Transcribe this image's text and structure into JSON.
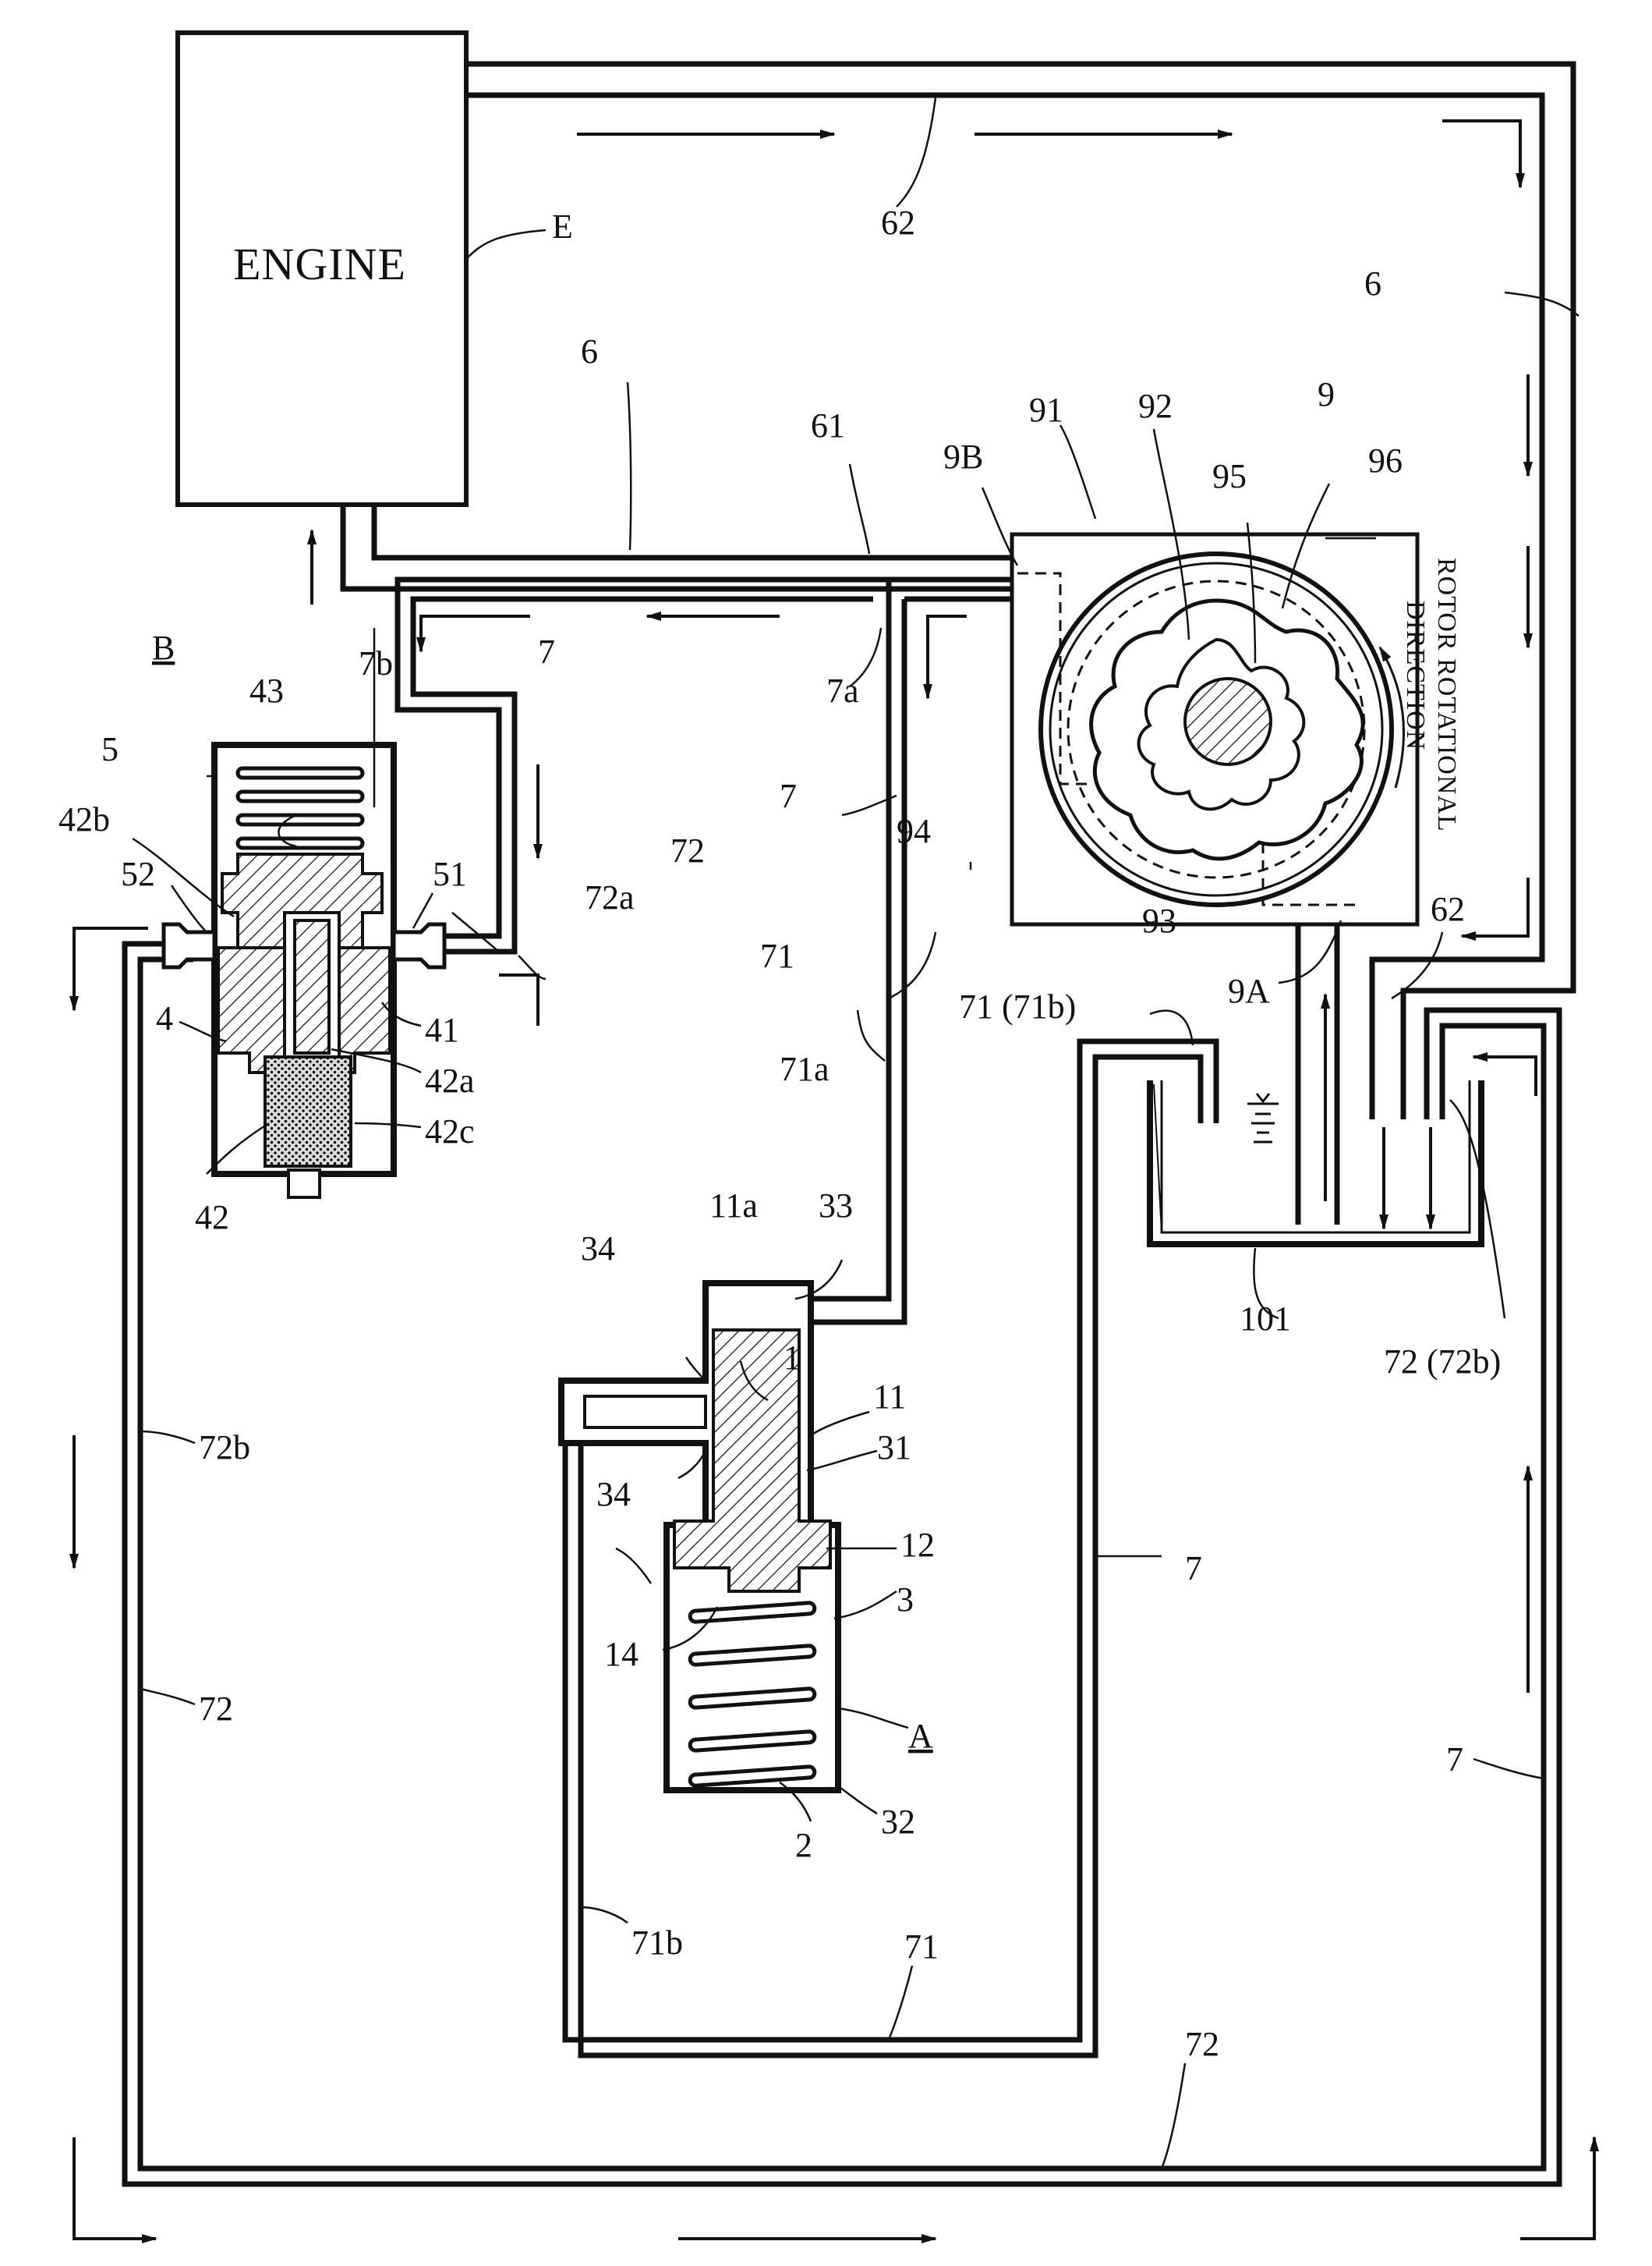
{
  "labels": {
    "engine": "ENGINE",
    "E": "E",
    "p62_top": "62",
    "p6_top": "6",
    "p6_left": "6",
    "p61": "61",
    "p9B": "9B",
    "p91": "91",
    "p92": "92",
    "p95": "95",
    "p9": "9",
    "p96": "96",
    "rotor_line1": "ROTOR ROTATIONAL",
    "rotor_line2": "DIRECTION",
    "p7b": "7b",
    "p7_upper": "7",
    "p7a": "7a",
    "pB": "B",
    "p43": "43",
    "p5": "5",
    "p42b": "42b",
    "p52": "52",
    "p51": "51",
    "p72_upper": "72",
    "p72a": "72a",
    "p4": "4",
    "p41": "41",
    "p42a": "42a",
    "p42c": "42c",
    "p42": "42",
    "p7_mid": "7",
    "p71_mid": "71",
    "p71a": "71a",
    "p94": "94",
    "p93": "93",
    "p9A": "9A",
    "p62_right": "62",
    "p71_71b": "71 (71b)",
    "p72_72b": "72 (72b)",
    "p101": "101",
    "p33": "33",
    "p11a": "11a",
    "p34_top": "34",
    "p1": "1",
    "p11": "11",
    "p31": "31",
    "p34_bot": "34",
    "p12": "12",
    "p3": "3",
    "p14": "14",
    "pA": "A",
    "p32": "32",
    "p2": "2",
    "p72b_left": "72b",
    "p72_left": "72",
    "p7_right_mid": "7",
    "p7_right_low": "7",
    "p71b": "71b",
    "p71_bottom": "71",
    "p72_bottom": "72"
  }
}
